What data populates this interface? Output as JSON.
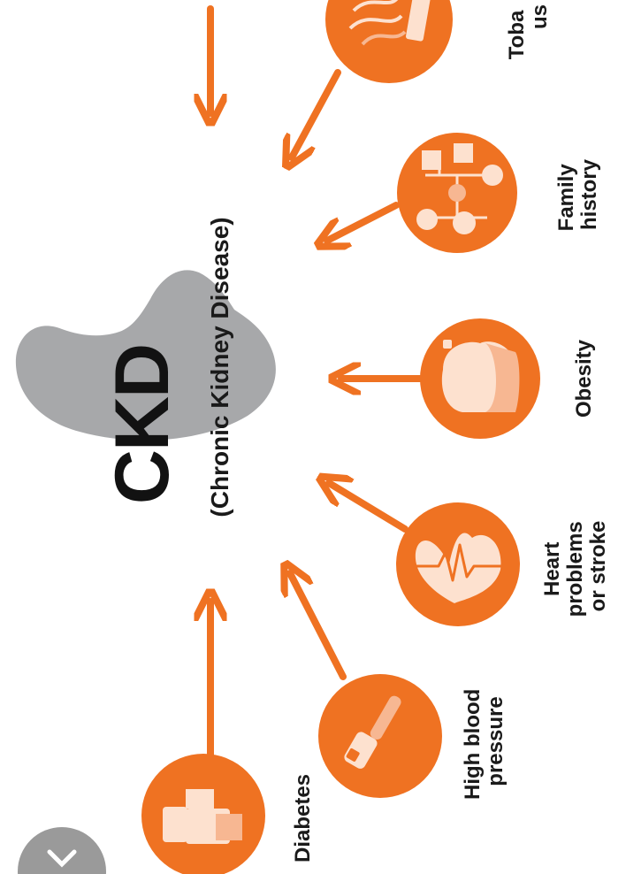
{
  "center": {
    "title": "CKD",
    "subtitle": "(Chronic Kidney Disease)"
  },
  "factors": [
    {
      "id": "diabetes",
      "lines": [
        "Diabetes"
      ],
      "icon": "diabetes-icon"
    },
    {
      "id": "high-blood-pressure",
      "lines": [
        "High blood",
        "pressure"
      ],
      "icon": "blood-pressure-cuff-icon"
    },
    {
      "id": "heart-problems",
      "lines": [
        "Heart",
        "problems",
        "or stroke"
      ],
      "icon": "heart-icon"
    },
    {
      "id": "obesity",
      "lines": [
        "Obesity"
      ],
      "icon": "obesity-icon"
    },
    {
      "id": "family-history",
      "lines": [
        "Family",
        "history"
      ],
      "icon": "family-tree-icon"
    },
    {
      "id": "tobacco-use",
      "lines": [
        "Toba",
        "us"
      ],
      "icon": "tobacco-icon"
    }
  ],
  "colors": {
    "accent": "#ef7222",
    "kidney": "#a7a8aa",
    "icon_light": "#fde1cf",
    "icon_mid": "#f7b792",
    "text": "#1a1a1a",
    "corner_badge": "#9a9a9a"
  }
}
